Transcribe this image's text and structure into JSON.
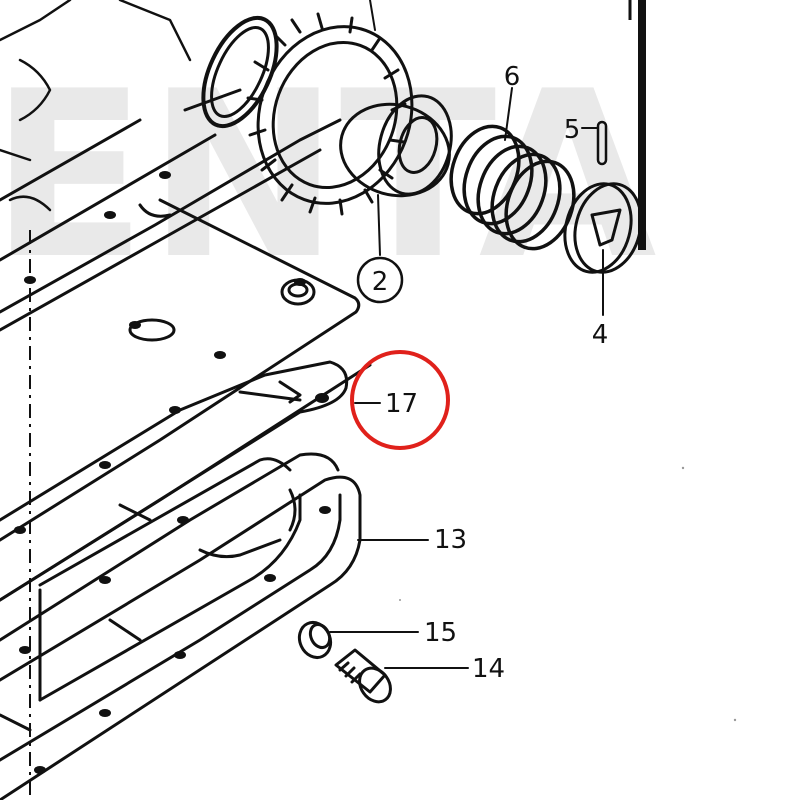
{
  "watermark": "ENTA",
  "callouts": {
    "c2": "2",
    "c4": "4",
    "c5": "5",
    "c6": "6",
    "c13": "13",
    "c14": "14",
    "c15": "15",
    "c17": "17"
  },
  "colors": {
    "ink": "#111111",
    "highlight_circle": "#e0211b",
    "watermark": "#e9e9e9"
  },
  "icons": [
    "gear-icon",
    "o-ring-icon",
    "spring-icon",
    "screw-icon",
    "drain-plug-icon",
    "pin-icon",
    "cam-icon"
  ]
}
